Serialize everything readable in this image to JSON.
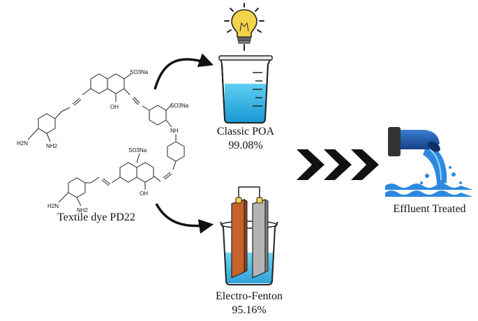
{
  "dye": {
    "label": "Textile dye PD22",
    "groups": {
      "so3na": "SO3Na",
      "oh": "OH",
      "nh": "NH",
      "h2n": "H2N",
      "nh2": "NH2"
    }
  },
  "process_top": {
    "name": "Classic POA",
    "efficiency": "99.08%"
  },
  "process_bottom": {
    "name": "Electro-Fenton",
    "efficiency": "95.16%"
  },
  "outcome": {
    "label": "Effluent Treated"
  },
  "colors": {
    "water": "#29b6e6",
    "anode": "#c8622c",
    "cathode": "#b4b4b4",
    "pipe": "#1e5aa8",
    "bulb": "#f3d34a"
  },
  "icons": [
    "lightbulb-icon",
    "beaker-icon",
    "electrolysis-cell-icon",
    "chevrons-icon",
    "discharge-pipe-icon"
  ]
}
